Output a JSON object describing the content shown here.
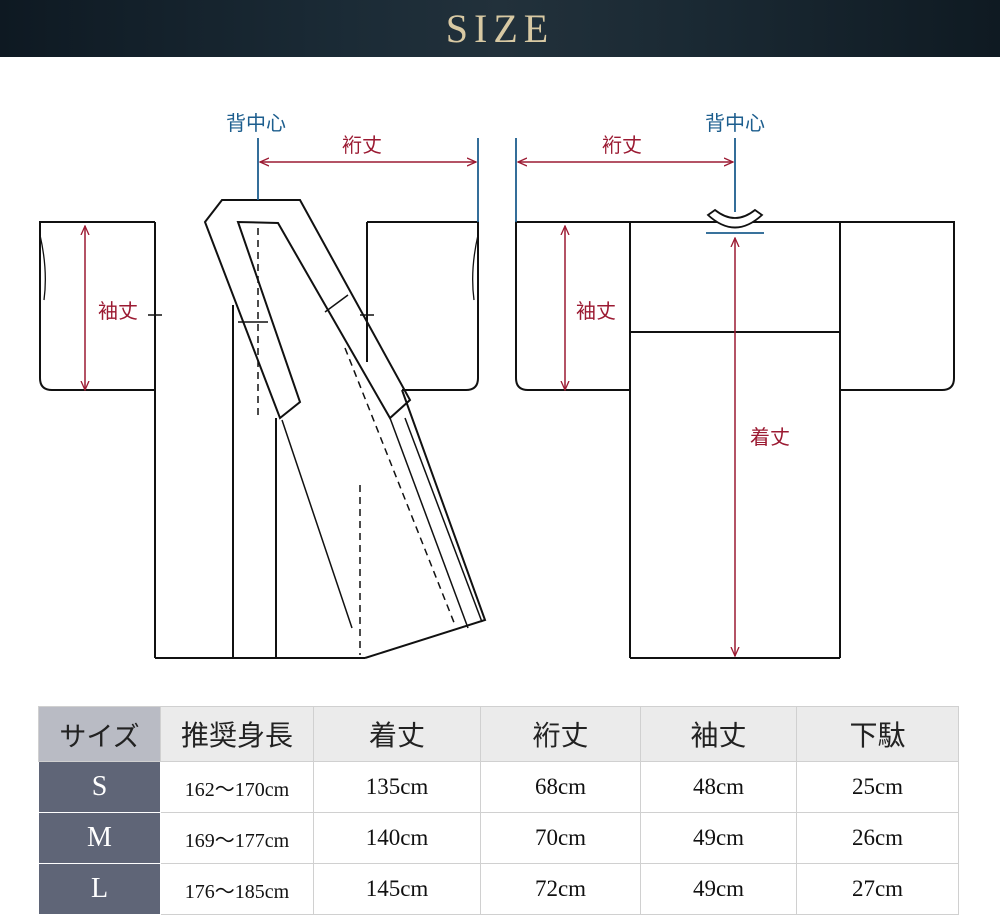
{
  "header": {
    "title": "SIZE"
  },
  "diagram": {
    "front": {
      "center_label": "背中心",
      "yuki_label": "裄丈",
      "sleeve_label": "袖丈"
    },
    "back": {
      "center_label": "背中心",
      "yuki_label": "裄丈",
      "sleeve_label": "袖丈",
      "length_label": "着丈"
    },
    "colors": {
      "measure_red": "#9b1a32",
      "center_blue": "#1d5e8e",
      "outline": "#111111"
    }
  },
  "table": {
    "headers": [
      "サイズ",
      "推奨身長",
      "着丈",
      "裄丈",
      "袖丈",
      "下駄"
    ],
    "rows": [
      {
        "size": "S",
        "height": "162〜170cm",
        "length": "135cm",
        "yuki": "68cm",
        "sleeve": "48cm",
        "geta": "25cm"
      },
      {
        "size": "M",
        "height": "169〜177cm",
        "length": "140cm",
        "yuki": "70cm",
        "sleeve": "49cm",
        "geta": "26cm"
      },
      {
        "size": "L",
        "height": "176〜185cm",
        "length": "145cm",
        "yuki": "72cm",
        "sleeve": "49cm",
        "geta": "27cm"
      }
    ],
    "colors": {
      "size_cell": "#5f6577",
      "corner_cell": "#b9bbc4",
      "header_cell": "#ebebeb"
    }
  }
}
